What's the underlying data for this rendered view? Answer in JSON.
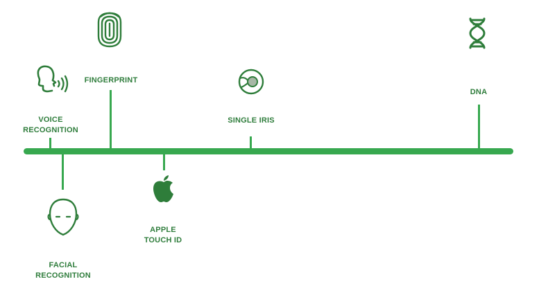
{
  "colors": {
    "line": "#37a84f",
    "label": "#2f7d3c",
    "icon": "#2e7d3a",
    "iris": "#a7b7a6"
  },
  "milestones": [
    {
      "key": "voice",
      "lines": [
        "VOICE",
        "RECOGNITION"
      ],
      "icon": "voice-recognition-icon"
    },
    {
      "key": "facial",
      "lines": [
        "FACIAL",
        "RECOGNITION"
      ],
      "icon": "face-icon"
    },
    {
      "key": "fingerprint",
      "lines": [
        "FINGERPRINT"
      ],
      "icon": "fingerprint-icon"
    },
    {
      "key": "apple",
      "lines": [
        "APPLE",
        "TOUCH ID"
      ],
      "icon": "apple-logo-icon"
    },
    {
      "key": "iris",
      "lines": [
        "SINGLE IRIS"
      ],
      "icon": "iris-scan-icon"
    },
    {
      "key": "dna",
      "lines": [
        "DNA"
      ],
      "icon": "dna-icon"
    }
  ]
}
